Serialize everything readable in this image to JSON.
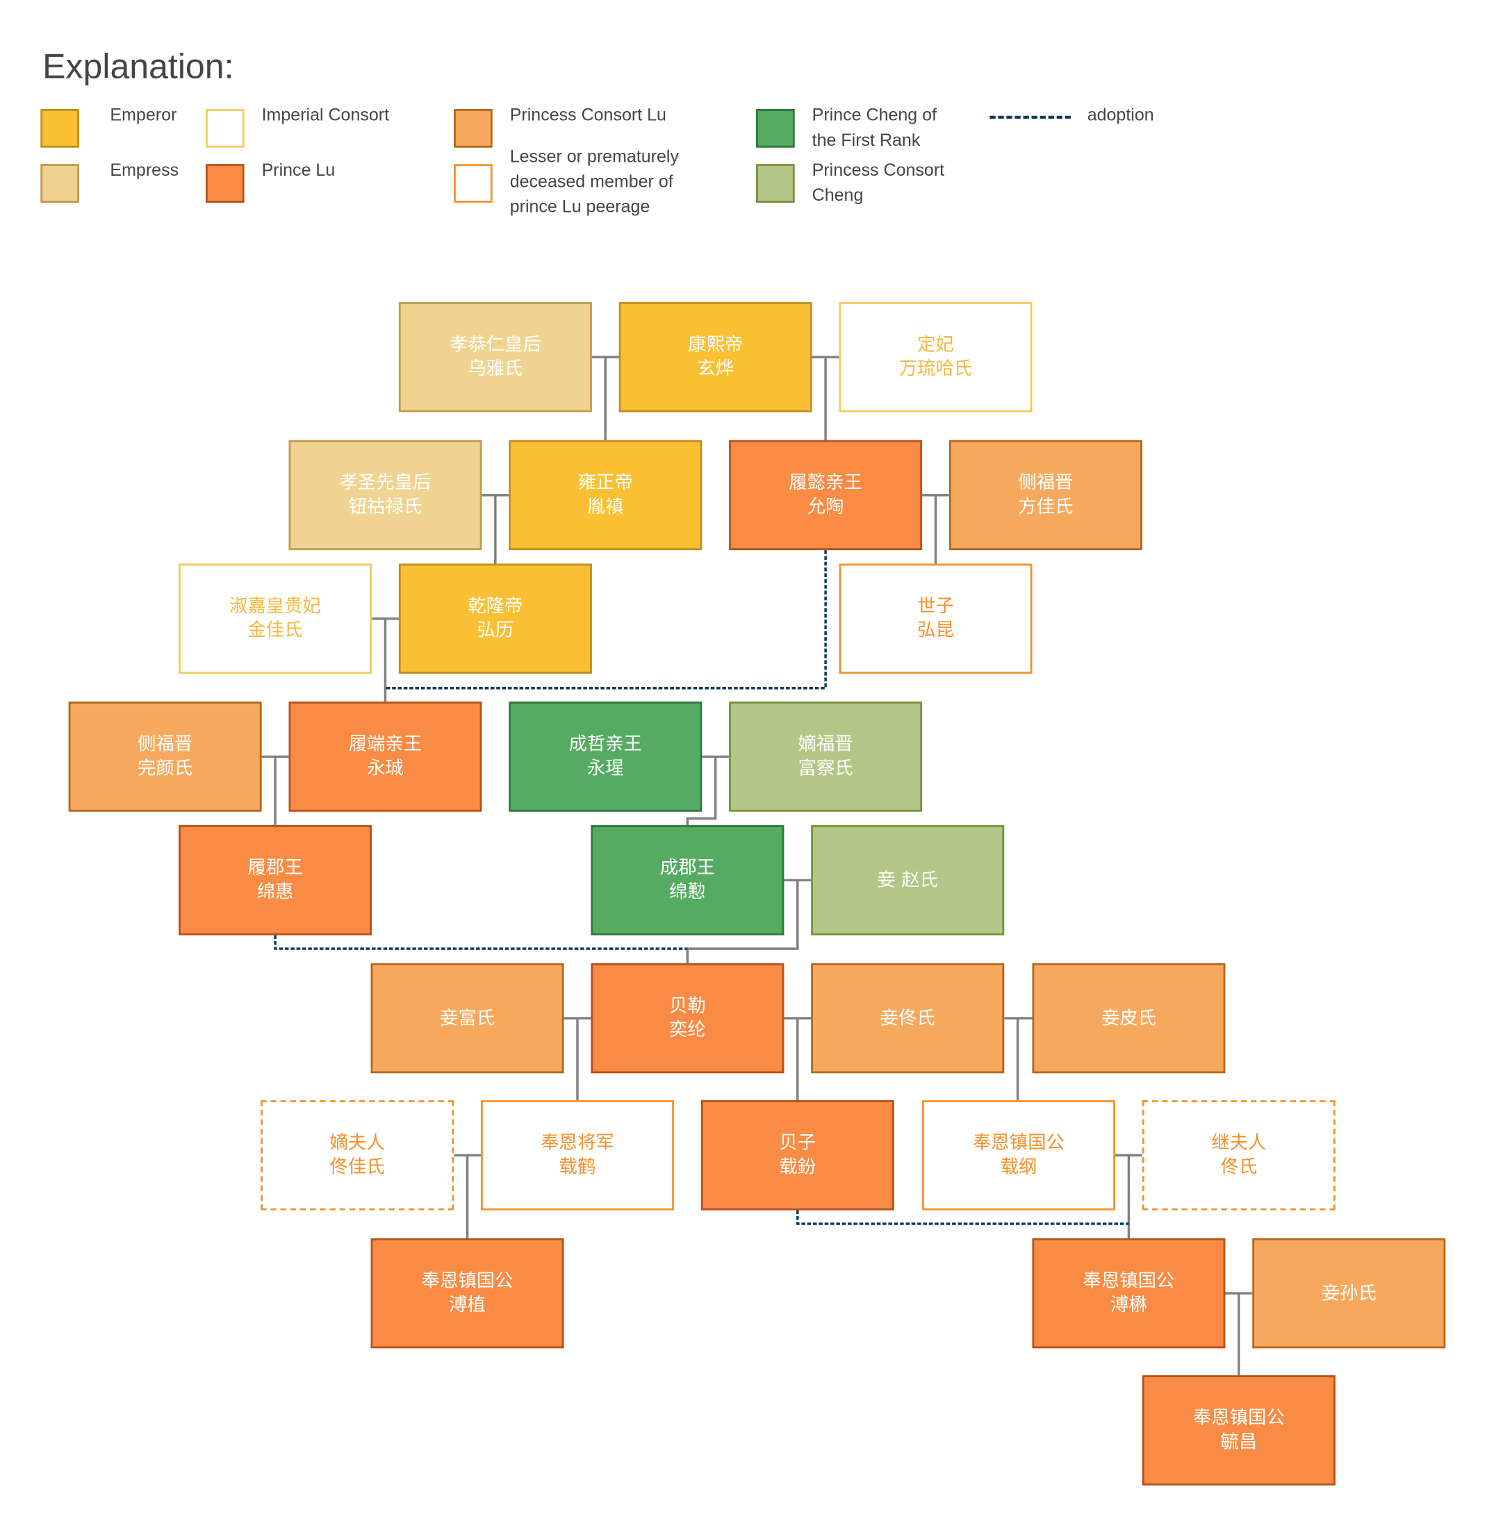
{
  "legend": {
    "title": "Explanation:",
    "items": [
      {
        "label": "Emperor",
        "category": "emperor"
      },
      {
        "label": "Empress",
        "category": "empress"
      },
      {
        "label": "Imperial Consort",
        "category": "consort"
      },
      {
        "label": "Prince Lu",
        "category": "princeLu"
      },
      {
        "label": "Princess Consort Lu",
        "category": "consortLu"
      },
      {
        "label": "Lesser or prematurely deceased member of prince Lu peerage",
        "category": "lesser"
      },
      {
        "label": "Prince Cheng of the First Rank",
        "category": "cheng"
      },
      {
        "label": "Princess Consort Cheng",
        "category": "chengConsort"
      }
    ],
    "adoption_label": "adoption"
  },
  "colors": {
    "emperor": {
      "fill": "#FBBF33",
      "border": "#C08F20",
      "text": "#ffffff"
    },
    "empress": {
      "fill": "#F0D391",
      "border": "#C09A48",
      "text": "#ffffff"
    },
    "consort": {
      "fill": "#ffffff",
      "border": "#F7C85A",
      "text": "#F5B840"
    },
    "princeLu": {
      "fill": "#F98B44",
      "border": "#B5521A",
      "text": "#ffffff"
    },
    "consortLu": {
      "fill": "#F6A95E",
      "border": "#B3661E",
      "text": "#ffffff"
    },
    "lesser": {
      "fill": "#ffffff",
      "border": "#F7902A",
      "text": "#F7902A"
    },
    "lesserDashed": {
      "fill": "#ffffff",
      "border": "#F7902A",
      "text": "#F7902A"
    },
    "cheng": {
      "fill": "#55AB61",
      "border": "#2E7A3A",
      "text": "#ffffff"
    },
    "chengConsort": {
      "fill": "#B4C687",
      "border": "#76923A",
      "text": "#ffffff"
    },
    "connector": "#808080",
    "adoption": "#0B3A5A"
  },
  "boxes": [
    {
      "lines": [
        "孝恭仁皇后",
        "乌雅氏"
      ],
      "category": "empress"
    },
    {
      "lines": [
        "康熙帝",
        "玄烨"
      ],
      "category": "emperor"
    },
    {
      "lines": [
        "定妃",
        "万琉哈氏"
      ],
      "category": "consort"
    },
    {
      "lines": [
        "孝圣先皇后",
        "钮祜禄氏"
      ],
      "category": "empress"
    },
    {
      "lines": [
        "雍正帝",
        "胤禛"
      ],
      "category": "emperor"
    },
    {
      "lines": [
        "履懿亲王",
        "允陶"
      ],
      "category": "princeLu"
    },
    {
      "lines": [
        "侧福晋",
        "方佳氏"
      ],
      "category": "consortLu"
    },
    {
      "lines": [
        "淑嘉皇贵妃",
        "金佳氏"
      ],
      "category": "consort"
    },
    {
      "lines": [
        "乾隆帝",
        "弘历"
      ],
      "category": "emperor"
    },
    {
      "lines": [
        "世子",
        "弘昆"
      ],
      "category": "lesser"
    },
    {
      "lines": [
        "侧福晋",
        "完颜氏"
      ],
      "category": "consortLu"
    },
    {
      "lines": [
        "履端亲王",
        "永珹"
      ],
      "category": "princeLu"
    },
    {
      "lines": [
        "成哲亲王",
        "永瑆"
      ],
      "category": "cheng"
    },
    {
      "lines": [
        "嫡福晋",
        "富察氏"
      ],
      "category": "chengConsort"
    },
    {
      "lines": [
        "履郡王",
        "绵惠"
      ],
      "category": "princeLu"
    },
    {
      "lines": [
        "成郡王",
        "绵懃"
      ],
      "category": "cheng"
    },
    {
      "lines": [
        "妾 赵氏"
      ],
      "category": "chengConsort"
    },
    {
      "lines": [
        "妾富氏"
      ],
      "category": "consortLu"
    },
    {
      "lines": [
        "贝勒",
        "奕纶"
      ],
      "category": "princeLu"
    },
    {
      "lines": [
        "妾佟氏"
      ],
      "category": "consortLu"
    },
    {
      "lines": [
        "妾皮氏"
      ],
      "category": "consortLu"
    },
    {
      "lines": [
        "嫡夫人",
        "佟佳氏"
      ],
      "category": "lesserDashed"
    },
    {
      "lines": [
        "奉恩将军",
        "载鹤"
      ],
      "category": "lesser"
    },
    {
      "lines": [
        "贝子",
        "载鈖"
      ],
      "category": "princeLu"
    },
    {
      "lines": [
        "奉恩镇国公",
        "载纲"
      ],
      "category": "lesser"
    },
    {
      "lines": [
        "继夫人",
        "佟氏"
      ],
      "category": "lesserDashed"
    },
    {
      "lines": [
        "奉恩镇国公",
        "溥植"
      ],
      "category": "princeLu"
    },
    {
      "lines": [
        "奉恩镇国公",
        "溥楙"
      ],
      "category": "princeLu"
    },
    {
      "lines": [
        "妾孙氏"
      ],
      "category": "consortLu"
    },
    {
      "lines": [
        "奉恩镇国公",
        "毓昌"
      ],
      "category": "princeLu"
    }
  ]
}
